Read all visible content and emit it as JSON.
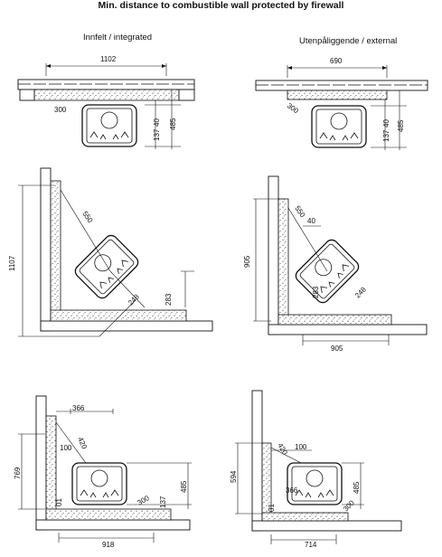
{
  "title": "Min. distance to combustible wall protected by firewall",
  "columns": {
    "left": "Innfelt / integrated",
    "right": "Utenpåliggende / external"
  },
  "panels": {
    "tl": {
      "d1": "1102",
      "d2": "300",
      "d3": "40",
      "d4": "137",
      "d5": "485"
    },
    "tr": {
      "d1": "690",
      "d2": "300",
      "d3": "40",
      "d4": "137",
      "d5": "485"
    },
    "ml": {
      "d1": "550",
      "d2": "1107",
      "d3": "248",
      "d4": "283"
    },
    "mr": {
      "d1": "550",
      "d2": "40",
      "d3": "905",
      "d4": "905",
      "d5": "248",
      "d6": "283"
    },
    "bl": {
      "d1": "366",
      "d2": "100",
      "d3": "420",
      "d4": "769",
      "d5": "485",
      "d6": "300",
      "d7": "137",
      "d8": "918",
      "d9": "01"
    },
    "br": {
      "d1": "420",
      "d2": "100",
      "d3": "594",
      "d4": "366",
      "d5": "485",
      "d6": "300",
      "d7": "714",
      "d8": "01"
    }
  }
}
